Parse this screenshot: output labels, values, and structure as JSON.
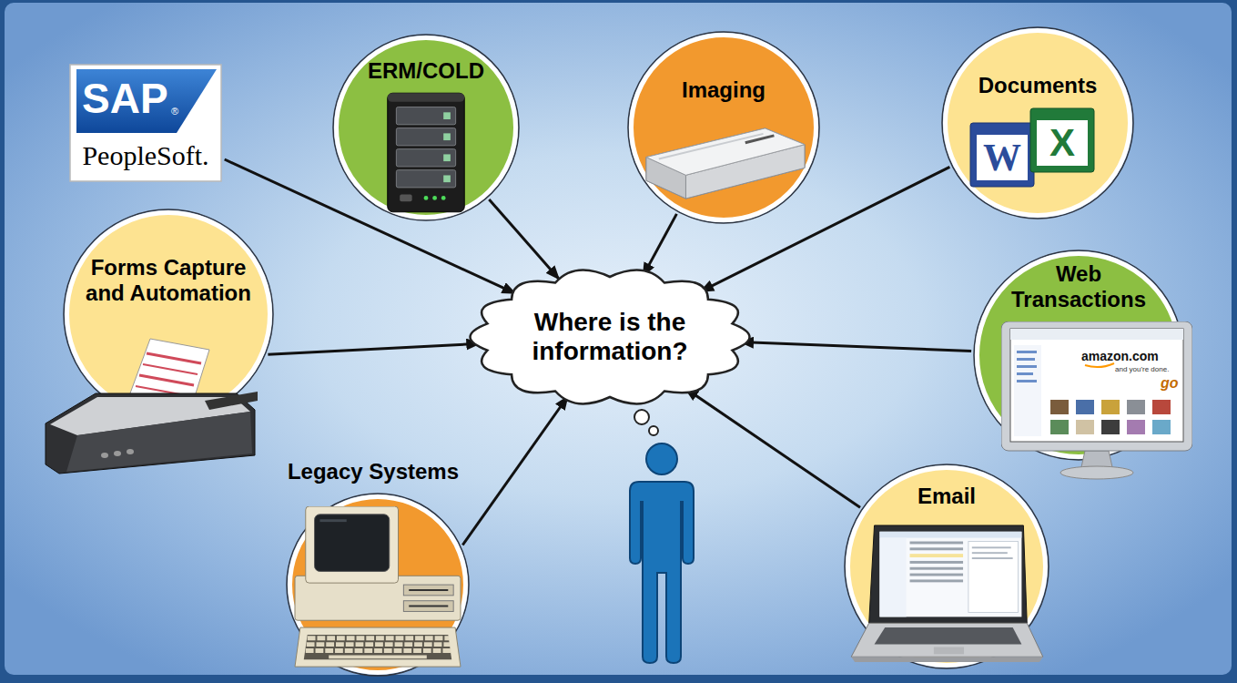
{
  "diagram": {
    "nodes": [
      {
        "text": [
          "SAP",
          "®",
          "PeopleSoft."
        ]
      },
      {
        "text": [
          "ERM/COLD"
        ]
      },
      {
        "text": [
          "Imaging"
        ]
      },
      {
        "text": [
          "Documents",
          "W",
          "X"
        ]
      },
      {
        "text": [
          "Forms Capture and Automation"
        ]
      },
      {
        "text": [
          "Where is the information?"
        ]
      },
      {
        "text": [
          "Web Transactions",
          "amazon.com",
          "and you're done.",
          "go"
        ]
      },
      {
        "text": [
          "Legacy Systems"
        ]
      },
      {
        "text": [
          "Email"
        ]
      }
    ],
    "edges": [
      {
        "from": 0,
        "to": 5,
        "arrow": "to"
      },
      {
        "from": 1,
        "to": 5,
        "arrow": "to"
      },
      {
        "from": 2,
        "to": 5,
        "arrow": "to"
      },
      {
        "from": 3,
        "to": 5,
        "arrow": "to"
      },
      {
        "from": 4,
        "to": 5,
        "arrow": "to"
      },
      {
        "from": 6,
        "to": 5,
        "arrow": "to"
      },
      {
        "from": 7,
        "to": 5,
        "arrow": "to"
      },
      {
        "from": 8,
        "to": 5,
        "arrow": "to"
      }
    ]
  }
}
